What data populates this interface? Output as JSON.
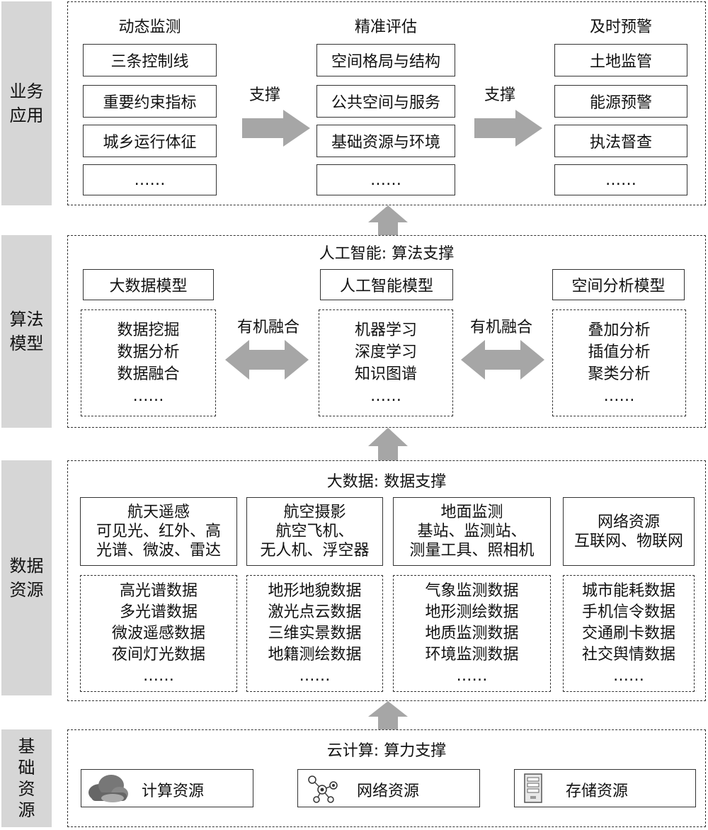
{
  "layers": {
    "business": {
      "label": [
        "业务",
        "应用"
      ],
      "columns": [
        {
          "title": "动态监测",
          "items": [
            "三条控制线",
            "重要约束指标",
            "城乡运行体征",
            "……"
          ]
        },
        {
          "title": "精准评估",
          "items": [
            "空间格局与结构",
            "公共空间与服务",
            "基础资源与环境",
            "……"
          ]
        },
        {
          "title": "及时预警",
          "items": [
            "土地监管",
            "能源预警",
            "执法督查",
            "……"
          ]
        }
      ],
      "arrow_labels": [
        "支撑",
        "支撑"
      ]
    },
    "algorithm": {
      "label": [
        "算法",
        "模型"
      ],
      "title": "人工智能: 算法支撑",
      "models": [
        {
          "name": "大数据模型",
          "items": [
            "数据挖掘",
            "数据分析",
            "数据融合",
            "……"
          ]
        },
        {
          "name": "人工智能模型",
          "items": [
            "机器学习",
            "深度学习",
            "知识图谱",
            "……"
          ]
        },
        {
          "name": "空间分析模型",
          "items": [
            "叠加分析",
            "插值分析",
            "聚类分析",
            "……"
          ]
        }
      ],
      "link_labels": [
        "有机融合",
        "有机融合"
      ]
    },
    "data": {
      "label": [
        "数据",
        "资源"
      ],
      "title": "大数据: 数据支撑",
      "sources": [
        {
          "lines": [
            "航天遥感",
            "可见光、红外、高",
            "光谱、微波、雷达"
          ],
          "items": [
            "高光谱数据",
            "多光谱数据",
            "微波遥感数据",
            "夜间灯光数据",
            "……"
          ]
        },
        {
          "lines": [
            "航空摄影",
            "航空飞机、",
            "无人机、浮空器"
          ],
          "items": [
            "地形地貌数据",
            "激光点云数据",
            "三维实景数据",
            "地籍测绘数据",
            "……"
          ]
        },
        {
          "lines": [
            "地面监测",
            "基站、监测站、",
            "测量工具、照相机"
          ],
          "items": [
            "气象监测数据",
            "地形测绘数据",
            "地质监测数据",
            "环境监测数据",
            "……"
          ]
        },
        {
          "lines": [
            "网络资源",
            "互联网、物联网"
          ],
          "items": [
            "城市能耗数据",
            "手机信令数据",
            "交通刷卡数据",
            "社交舆情数据",
            "……"
          ]
        }
      ]
    },
    "infrastructure": {
      "label": [
        "基",
        "础",
        "资",
        "源"
      ],
      "title": "云计算: 算力支撑",
      "resources": [
        {
          "icon": "cloud-icon",
          "label": "计算资源"
        },
        {
          "icon": "network-icon",
          "label": "网络资源"
        },
        {
          "icon": "server-icon",
          "label": "存储资源"
        }
      ]
    }
  },
  "colors": {
    "sidebar": "#d6d6d6",
    "arrow": "#a6a6a6",
    "border": "#333333"
  }
}
